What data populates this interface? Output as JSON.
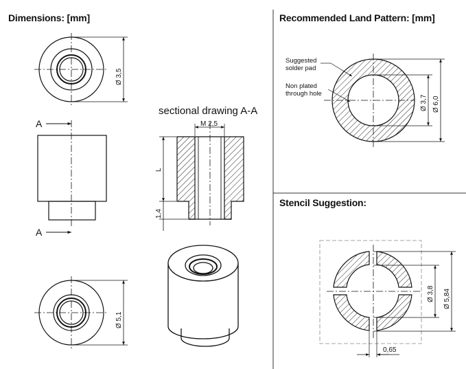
{
  "headings": {
    "dimensions": "Dimensions: [mm]",
    "land_pattern": "Recommended Land Pattern: [mm]",
    "stencil": "Stencil Suggestion:"
  },
  "section_title": "sectional drawing A-A",
  "labels": {
    "section_a_top": "A",
    "section_a_bottom": "A",
    "dia_top_view": "Ø 3,5",
    "dia_bottom_view": "Ø 5,1",
    "thread": "M 2,5",
    "length": "L",
    "step": "1,4",
    "suggested_pad_line1": "Suggested",
    "suggested_pad_line2": "solder pad",
    "non_plated_line1": "Non plated",
    "non_plated_line2": "through hole",
    "land_dia_inner": "Ø 3,7",
    "land_dia_outer": "Ø 6,0",
    "stencil_dia_inner": "Ø 3,8",
    "stencil_dia_outer": "Ø 5,84",
    "stencil_gap": "0,65"
  }
}
